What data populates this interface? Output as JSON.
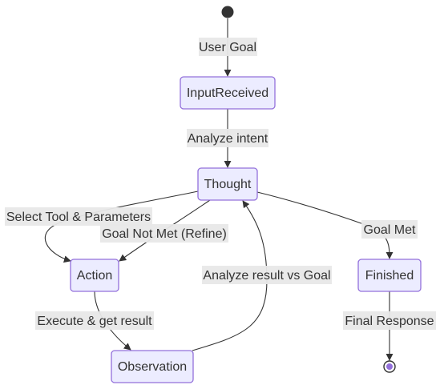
{
  "states": {
    "input_received": "InputReceived",
    "thought": "Thought",
    "action": "Action",
    "observation": "Observation",
    "finished": "Finished"
  },
  "transitions": {
    "start_to_input": "User Goal",
    "input_to_thought": "Analyze intent",
    "thought_to_action_select": "Select Tool & Parameters",
    "thought_to_action_refine": "Goal Not Met (Refine)",
    "thought_to_finished": "Goal Met",
    "action_to_observation": "Execute & get result",
    "observation_to_thought": "Analyze result vs Goal",
    "finished_to_end": "Final Response"
  },
  "colors": {
    "node_fill": "#ececff",
    "node_stroke": "#9370db",
    "edge": "#333333",
    "label_background": "#e8e8e8",
    "end_dot": "#9370db"
  }
}
